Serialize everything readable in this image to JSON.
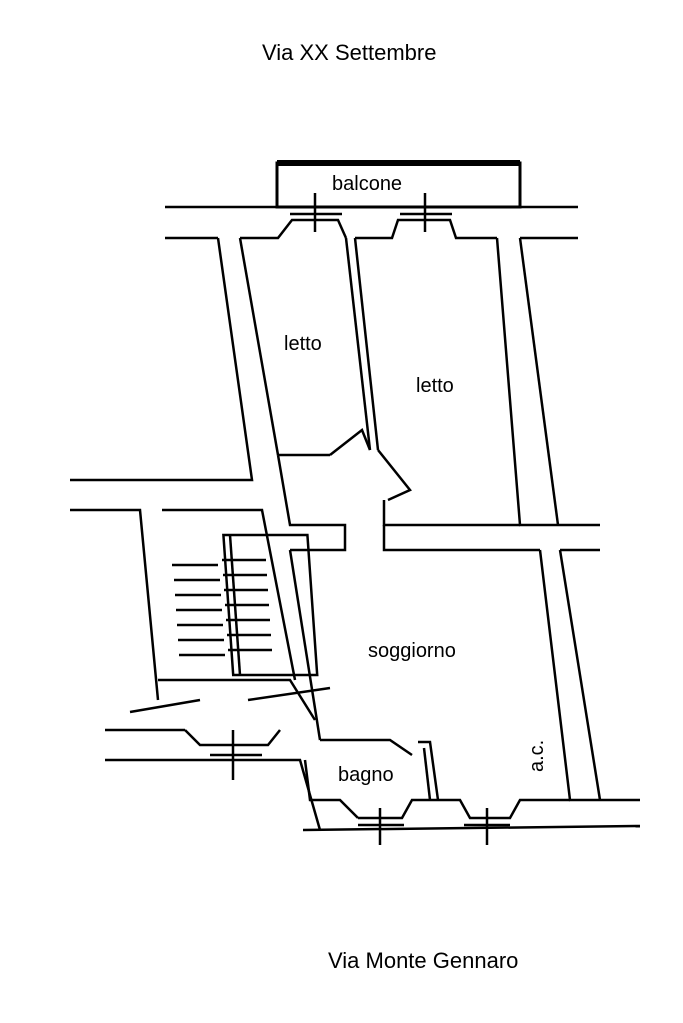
{
  "streets": {
    "north": "Via XX Settembre",
    "south": "Via Monte Gennaro"
  },
  "rooms": {
    "balcony": "balcone",
    "bedroom_1": "letto",
    "bedroom_2": "letto",
    "living_room": "soggiorno",
    "bathroom": "bagno",
    "kitchen_corner": "a.c."
  },
  "colors": {
    "line": "#000000",
    "background": "#ffffff"
  }
}
